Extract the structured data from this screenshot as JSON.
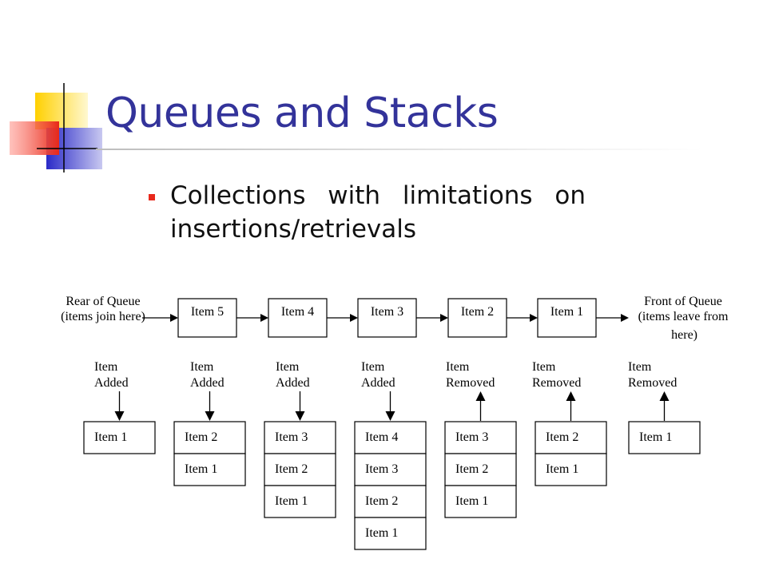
{
  "slide": {
    "title": "Queues and Stacks",
    "bullets": [
      "Collections with limitations on insertions/retrievals"
    ]
  },
  "logo": {
    "name": "slide-decor-logo",
    "colors": [
      "#ffd41a",
      "#3a3ad0",
      "#e83020",
      "#000000"
    ]
  },
  "queue": {
    "rear_label": [
      "Rear of Queue",
      "(items join here)"
    ],
    "front_label": [
      "Front of Queue",
      "(items leave from",
      "here)"
    ],
    "items": [
      "Item 5",
      "Item 4",
      "Item 3",
      "Item 2",
      "Item 1"
    ]
  },
  "stacks": [
    {
      "op": [
        "Item",
        "Added"
      ],
      "direction": "down",
      "cells": [
        "Item 1"
      ]
    },
    {
      "op": [
        "Item",
        "Added"
      ],
      "direction": "down",
      "cells": [
        "Item 2",
        "Item 1"
      ]
    },
    {
      "op": [
        "Item",
        "Added"
      ],
      "direction": "down",
      "cells": [
        "Item 3",
        "Item 2",
        "Item 1"
      ]
    },
    {
      "op": [
        "Item",
        "Added"
      ],
      "direction": "down",
      "cells": [
        "Item 4",
        "Item 3",
        "Item 2",
        "Item 1"
      ]
    },
    {
      "op": [
        "Item",
        "Removed"
      ],
      "direction": "up",
      "cells": [
        "Item 3",
        "Item 2",
        "Item 1"
      ]
    },
    {
      "op": [
        "Item",
        "Removed"
      ],
      "direction": "up",
      "cells": [
        "Item 2",
        "Item 1"
      ]
    },
    {
      "op": [
        "Item",
        "Removed"
      ],
      "direction": "up",
      "cells": [
        "Item 1"
      ]
    }
  ]
}
